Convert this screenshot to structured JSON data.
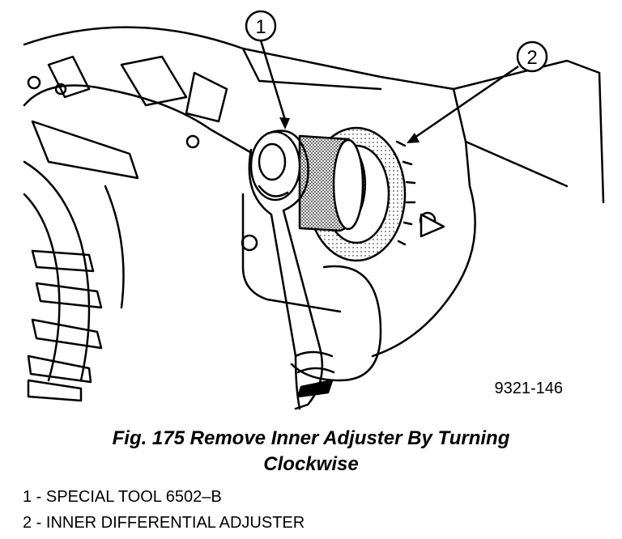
{
  "figure": {
    "callouts": [
      "1",
      "2"
    ],
    "reference_number": "9321-146"
  },
  "caption": {
    "line1": "Fig. 175 Remove Inner Adjuster By Turning",
    "line2": "Clockwise"
  },
  "legend": [
    "1 - SPECIAL TOOL 6502–B",
    "2 - INNER DIFFERENTIAL ADJUSTER"
  ]
}
